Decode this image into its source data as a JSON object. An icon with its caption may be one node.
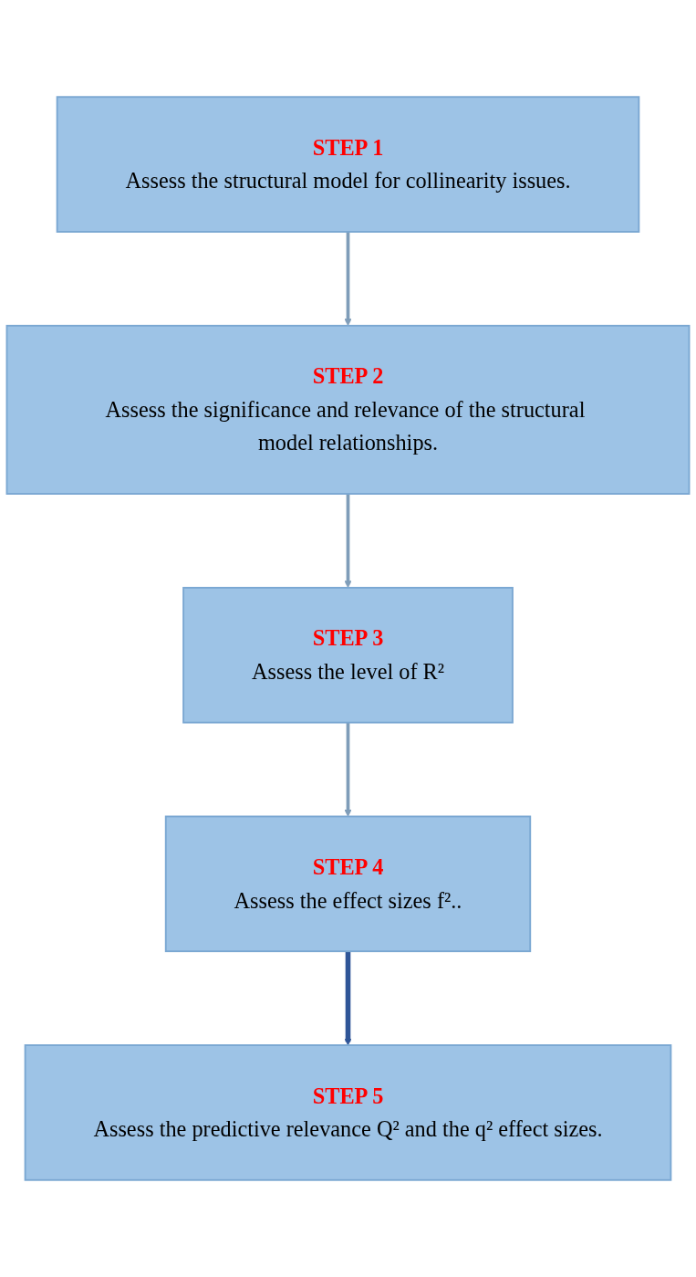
{
  "diagram": {
    "nodes": [
      {
        "text": [
          "STEP 1",
          "Assess the structural model for collinearity issues."
        ]
      },
      {
        "text": [
          "STEP 2",
          "Assess the significance and relevance of the structural model relationships."
        ]
      },
      {
        "text": [
          "STEP 3",
          "Assess the level of R²"
        ]
      },
      {
        "text": [
          "STEP 4",
          "Assess the effect sizes f².."
        ]
      },
      {
        "text": [
          "STEP 5",
          "Assess the predictive relevance Q² and the q² effect sizes."
        ]
      }
    ],
    "edges": [
      {
        "from": 0,
        "to": 1,
        "arrow": "to"
      },
      {
        "from": 1,
        "to": 2,
        "arrow": "to"
      },
      {
        "from": 2,
        "to": 3,
        "arrow": "to"
      },
      {
        "from": 3,
        "to": 4,
        "arrow": "to",
        "color": "#2f5597"
      }
    ]
  }
}
